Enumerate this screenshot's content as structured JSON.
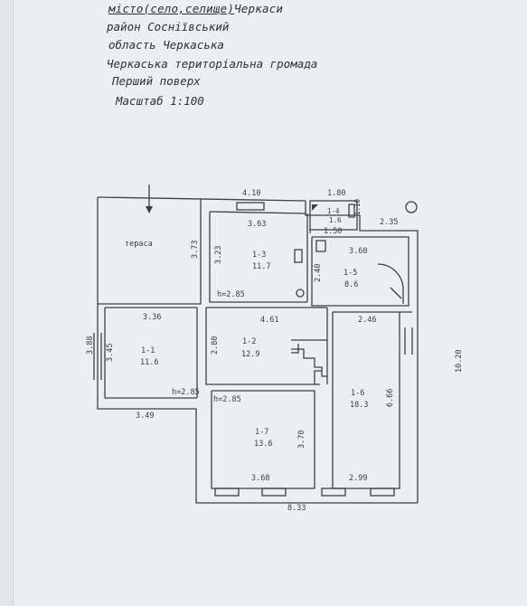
{
  "header": {
    "line1_prefix": "місто(село,селище)",
    "line1_value": "Черкаси",
    "line2": "район Сосніївський",
    "line3": "область Черкаська",
    "line4": "Черкаська територіальна громада",
    "floor": "Перший поверх",
    "scale": "Масштаб 1:100"
  },
  "plan": {
    "outer": {
      "top": "4.10",
      "bottom": "8.33",
      "right": "10.20",
      "left": "3.88"
    },
    "terrace": {
      "label": "тераса",
      "dim": "3.73"
    },
    "rooms": {
      "r13": {
        "name": "1-3",
        "area": "11.7",
        "dim_w": "3.63",
        "dim_h": "3.23"
      },
      "r14": {
        "name": "1-4",
        "area": "1.6",
        "dim_w": "1.80",
        "dim_h": "1.10",
        "dim_w2": "1.50"
      },
      "r15": {
        "name": "1-5",
        "area": "8.6",
        "dim_w": "3.60",
        "dim_h": "2.40"
      },
      "r12": {
        "name": "1-2",
        "area": "12.9",
        "dim_w": "4.61",
        "dim_h": "2.80"
      },
      "r11": {
        "name": "1-1",
        "area": "11.6",
        "dim_w": "3.36",
        "dim_h": "3.45",
        "dim_w2": "3.49"
      },
      "r16": {
        "name": "1-6",
        "area": "18.3",
        "dim_w": "2.46",
        "dim_h": "6.66",
        "dim_w2": "2.99"
      },
      "r17": {
        "name": "1-7",
        "area": "13.6",
        "dim_w": "3.68",
        "dim_h": "3.70"
      }
    },
    "porch_dim": "2.35",
    "heights": [
      "h=2.85",
      "h=2.85",
      "h=2.85"
    ]
  }
}
